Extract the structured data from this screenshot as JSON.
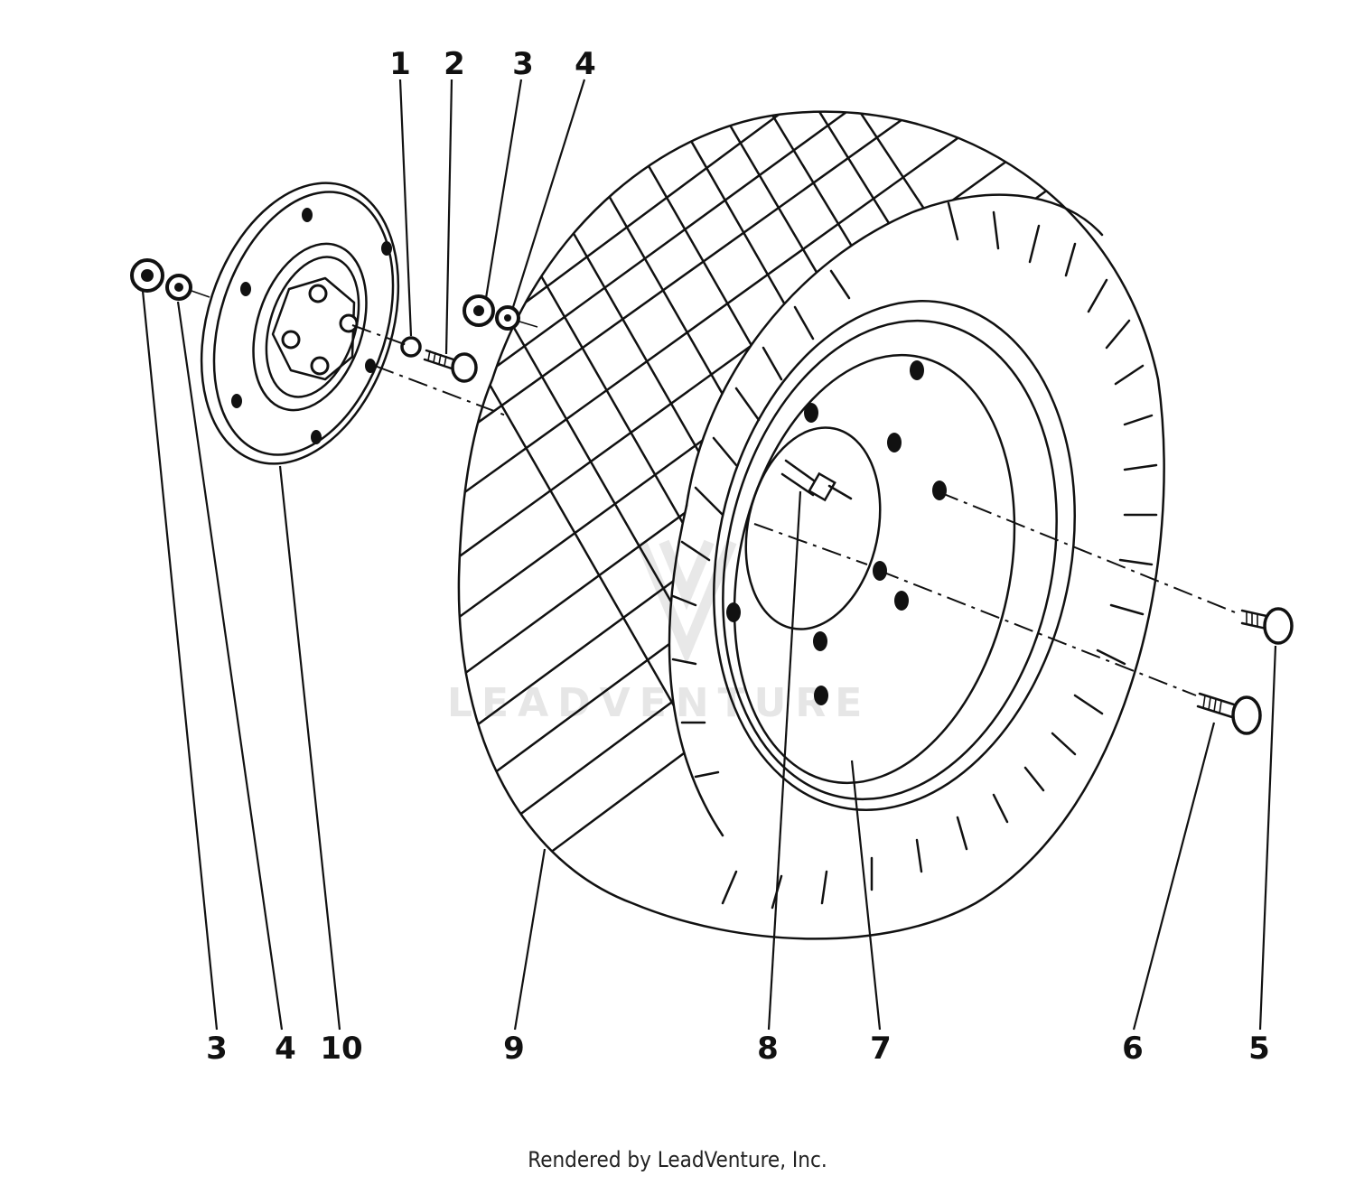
{
  "diagram": {
    "callouts": {
      "top": [
        "1",
        "2",
        "3",
        "4"
      ],
      "bottom": [
        "3",
        "4",
        "10",
        "9",
        "8",
        "7",
        "6",
        "5"
      ]
    },
    "watermark": "LEADVENTURE",
    "footer": "Rendered by LeadVenture, Inc."
  }
}
